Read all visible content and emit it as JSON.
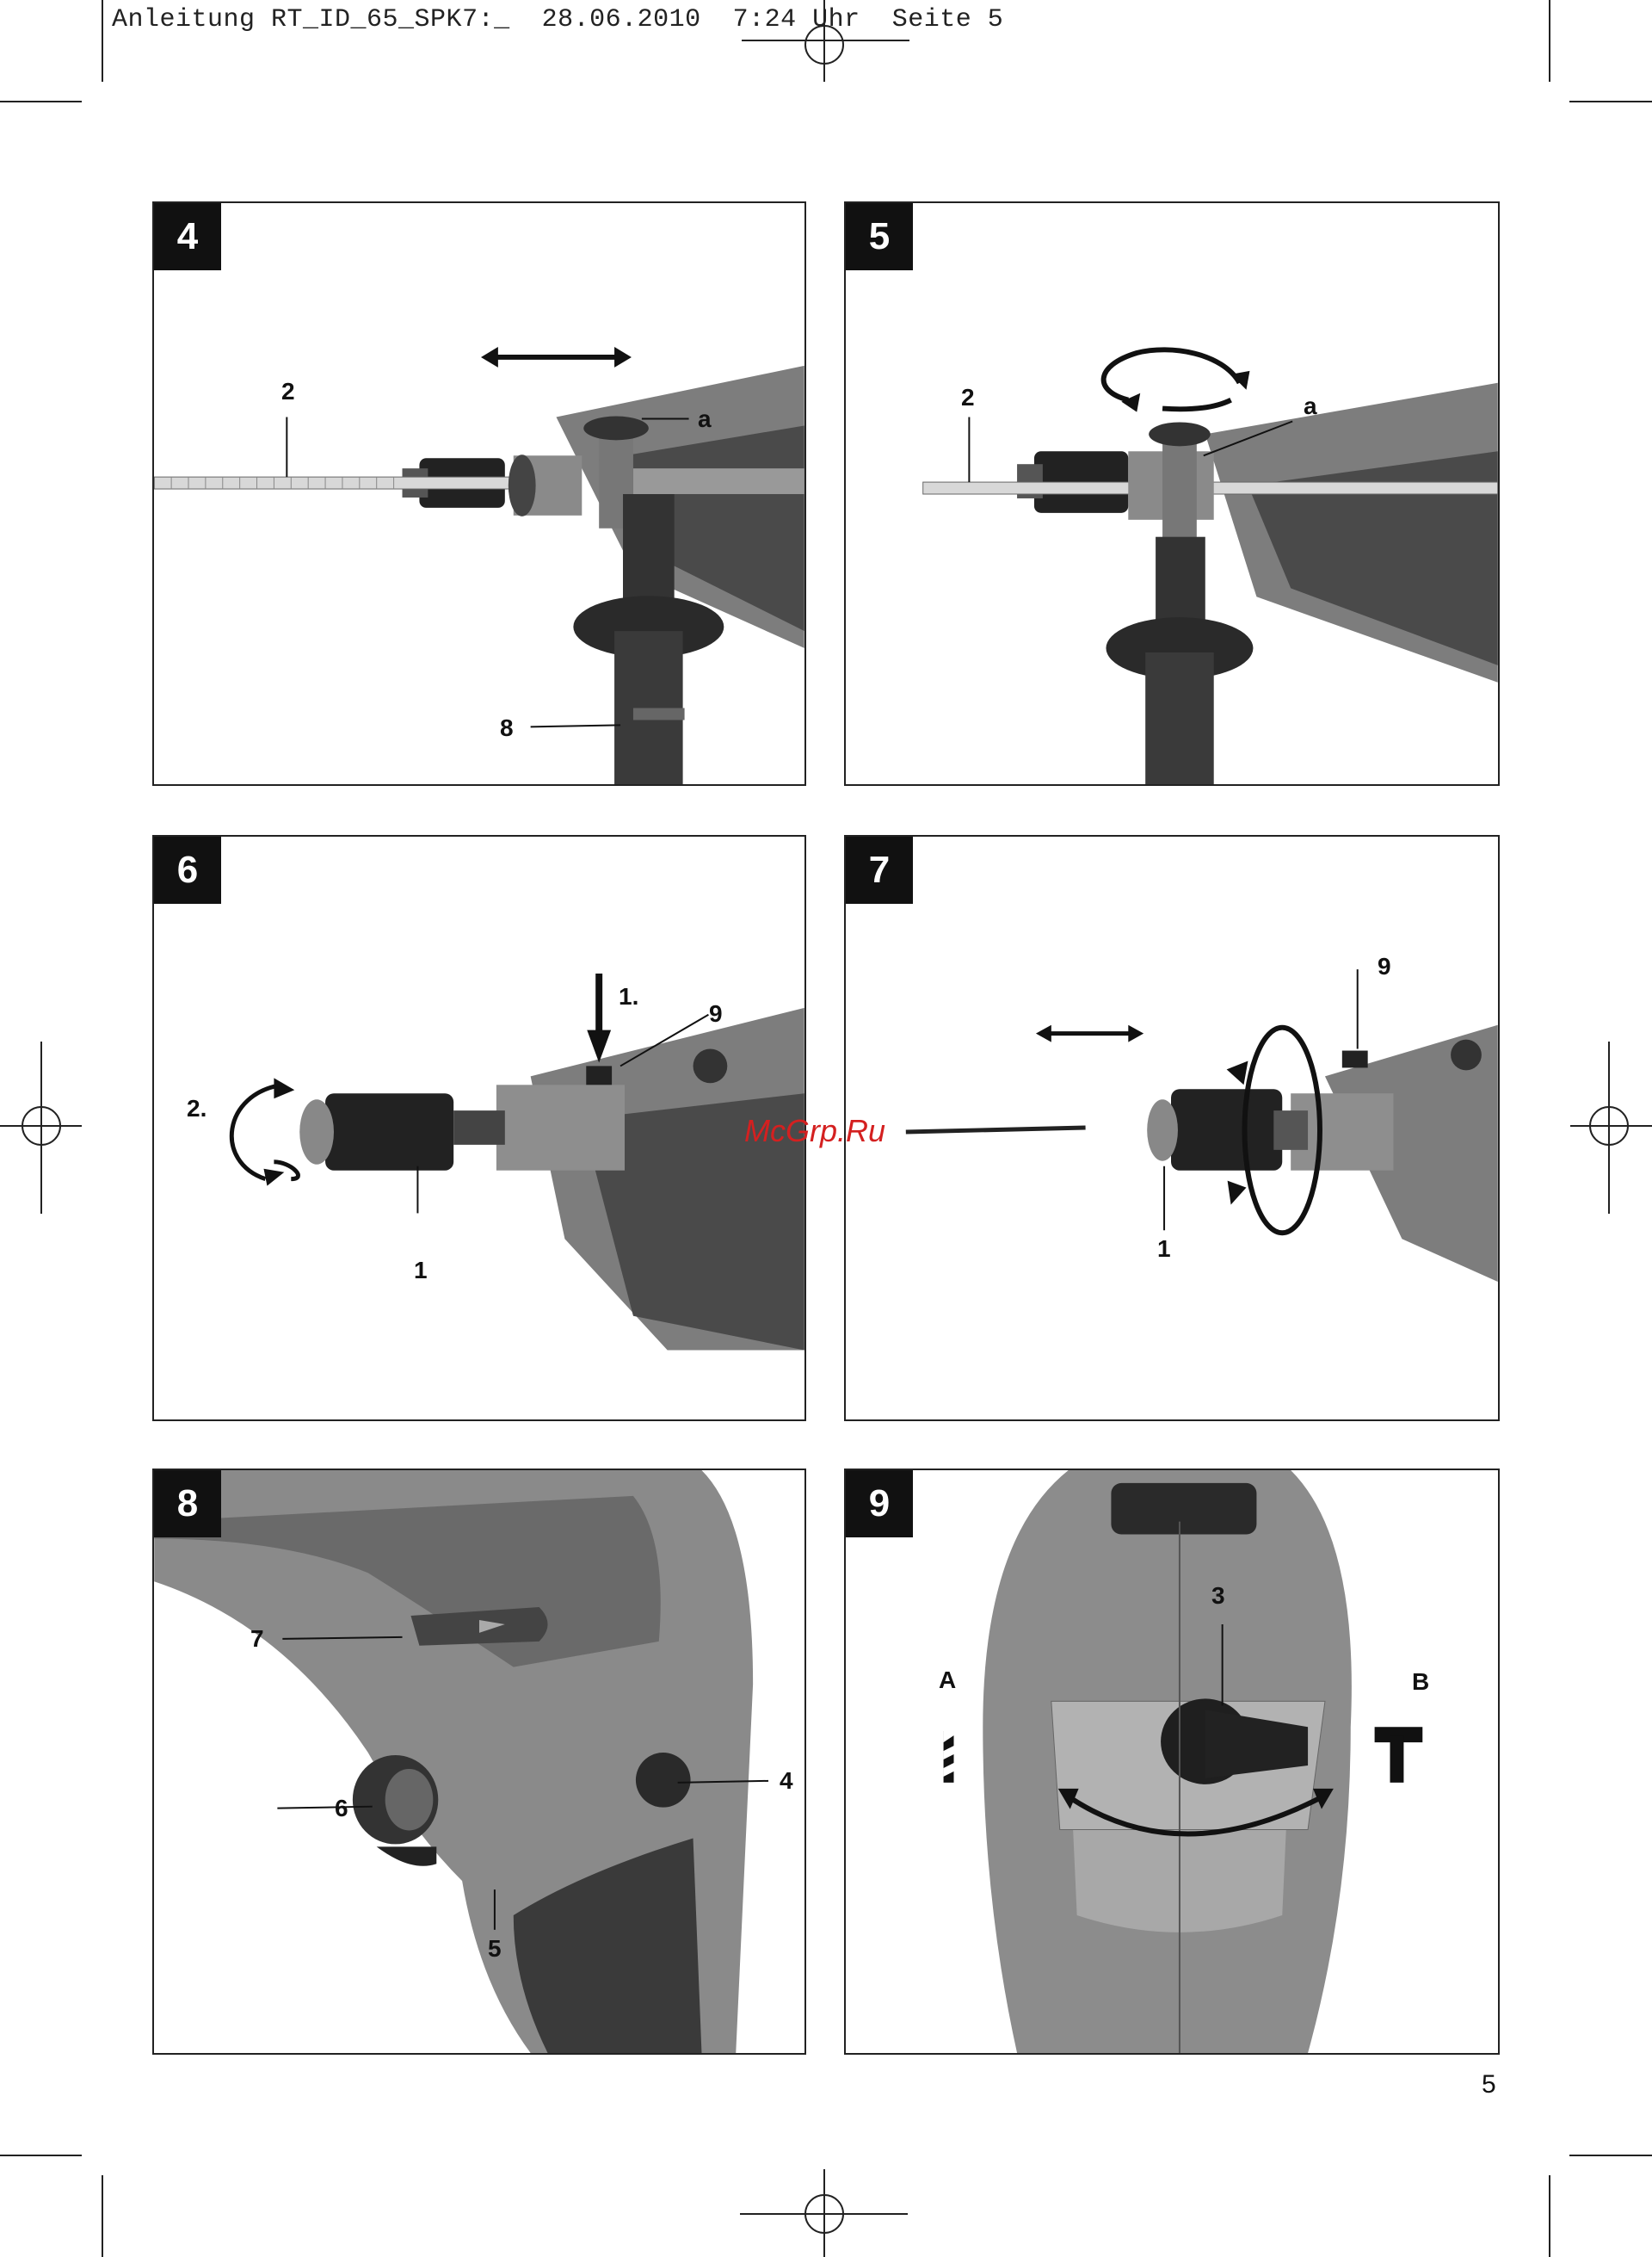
{
  "header": {
    "doc_id": "Anleitung RT_ID_65_SPK7:_",
    "date": "28.06.2010",
    "time": "7:24 Uhr",
    "page_label": "Seite 5"
  },
  "watermark": "McGrp.Ru",
  "page_number": "5",
  "panels": [
    {
      "number": "4",
      "callouts": [
        "2",
        "a",
        "8"
      ]
    },
    {
      "number": "5",
      "callouts": [
        "2",
        "a"
      ]
    },
    {
      "number": "6",
      "callouts": [
        "1.",
        "9",
        "2.",
        "1"
      ]
    },
    {
      "number": "7",
      "callouts": [
        "9",
        "1"
      ]
    },
    {
      "number": "8",
      "callouts": [
        "7",
        "6",
        "4",
        "5"
      ]
    },
    {
      "number": "9",
      "callouts": [
        "3",
        "A",
        "B"
      ]
    }
  ],
  "icons": [
    "drill-bit-icon",
    "hammer-icon",
    "double-arrow-icon",
    "rotation-arrow-icon"
  ]
}
